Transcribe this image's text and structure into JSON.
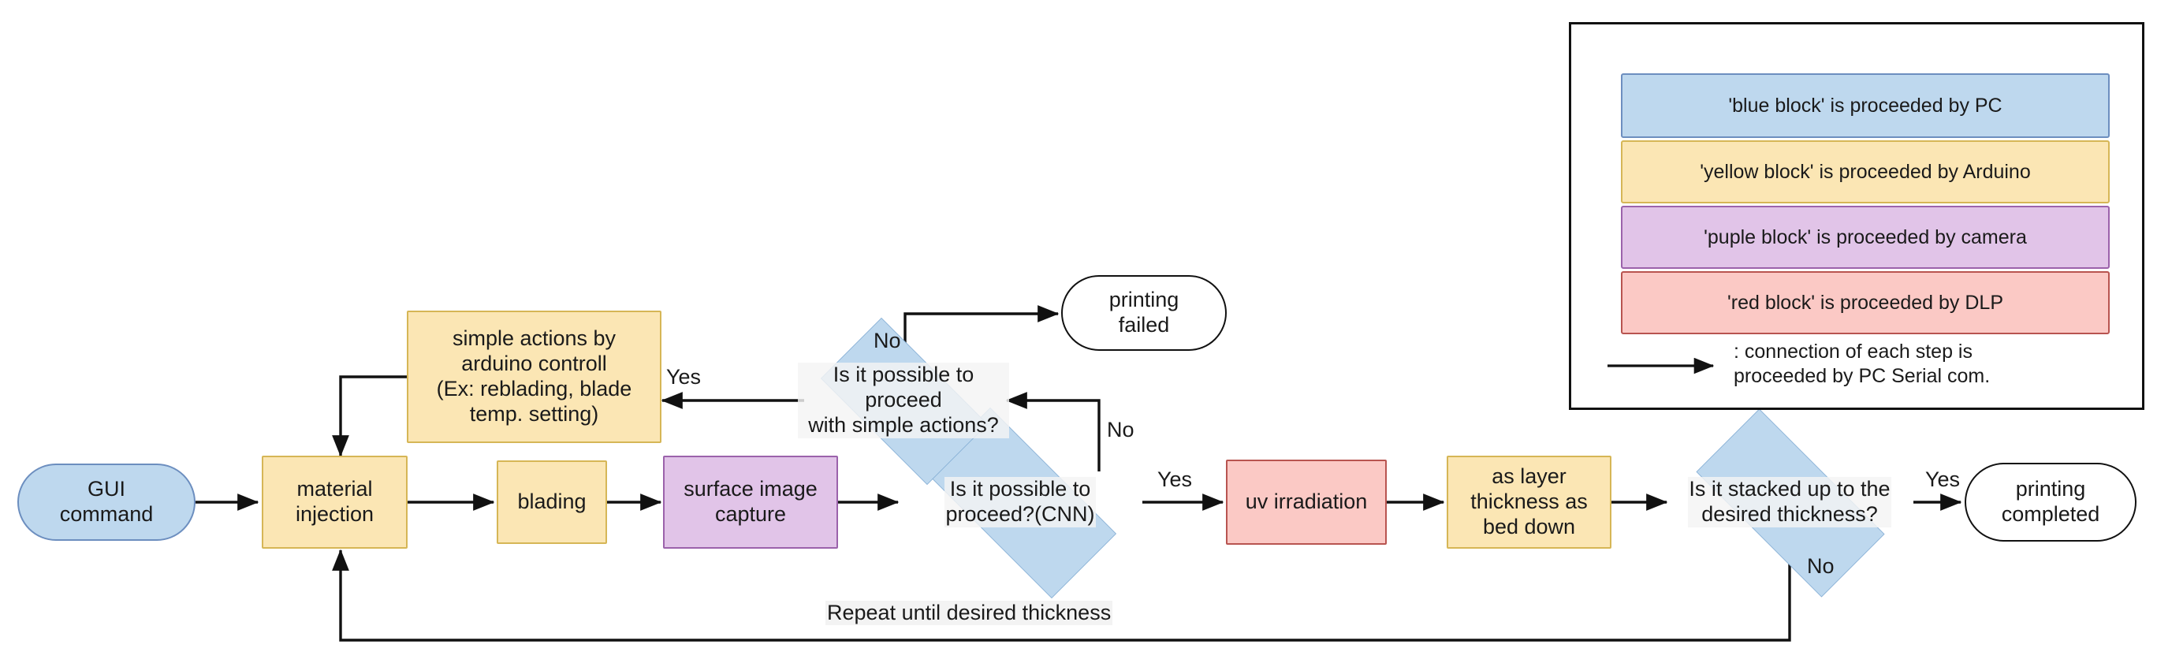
{
  "diagram": {
    "title_present": false,
    "nodes": {
      "gui_command": "GUI\ncommand",
      "material_injection": "material\ninjection",
      "blading": "blading",
      "surface_image_capture": "surface image\ncapture",
      "decision_cnn": "Is it possible to\nproceed?(CNN)",
      "uv_irradiation": "uv irradiation",
      "layer_thickness": "as layer\nthickness as\nbed down",
      "decision_thickness": "Is it stacked up to the\ndesired thickness?",
      "printing_completed": "printing\ncompleted",
      "simple_actions": "simple actions by\narduino controll\n(Ex: reblading, blade\ntemp. setting)",
      "decision_simple": "Is it possible to proceed\nwith simple actions?",
      "printing_failed": "printing\nfailed"
    },
    "edge_labels": {
      "cnn_no": "No",
      "cnn_yes": "Yes",
      "simple_yes": "Yes",
      "simple_no": "No",
      "thickness_yes": "Yes",
      "thickness_no": "No",
      "repeat_loop": "Repeat until desired thickness"
    },
    "colors": {
      "yellow_fill": "#fbe6b4",
      "yellow_stroke": "#d6b656",
      "blue_fill": "#bed8ee",
      "blue_stroke": "#6c8ebf",
      "purple_fill": "#e1c4e8",
      "purple_stroke": "#9b62ab",
      "red_fill": "#fbc9c5",
      "red_stroke": "#b85450",
      "terminal_stroke": "#111111",
      "edge_stroke": "#111111"
    }
  },
  "legend": {
    "items": [
      {
        "label": "'blue block' is  proceeded  by PC",
        "color_key": "blue"
      },
      {
        "label": "'yellow block' is  proceeded  by Arduino",
        "color_key": "yellow"
      },
      {
        "label": "'puple block' is  proceeded  by camera",
        "color_key": "purple"
      },
      {
        "label": "'red block' is  proceeded  by DLP",
        "color_key": "red"
      }
    ],
    "arrow_note": ": connection of each step is\n  proceeded by PC Serial com."
  }
}
